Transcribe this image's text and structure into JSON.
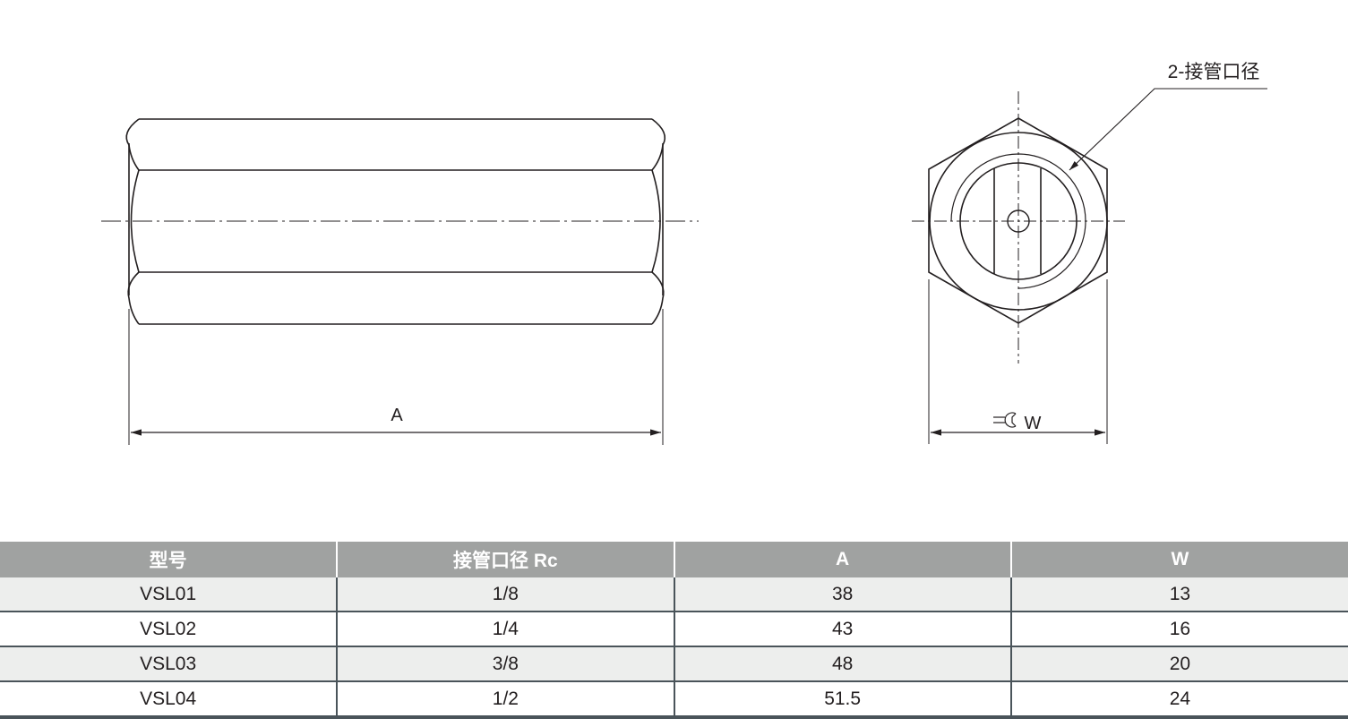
{
  "drawing": {
    "side_view": {
      "dimension_label": "A"
    },
    "end_view": {
      "callout_label": "2-接管口径",
      "dimension_label": "W",
      "wrench_icon": "wrench-across-flats-icon"
    }
  },
  "table": {
    "headers": [
      "型号",
      "接管口径 Rc",
      "A",
      "W"
    ],
    "rows": [
      [
        "VSL01",
        "1/8",
        "38",
        "13"
      ],
      [
        "VSL02",
        "1/4",
        "43",
        "16"
      ],
      [
        "VSL03",
        "3/8",
        "48",
        "20"
      ],
      [
        "VSL04",
        "1/2",
        "51.5",
        "24"
      ]
    ]
  },
  "colors": {
    "header_bg": "#a0a2a1",
    "row_alt_bg": "#edeeed",
    "border": "#4a545a",
    "line": "#231f20"
  }
}
